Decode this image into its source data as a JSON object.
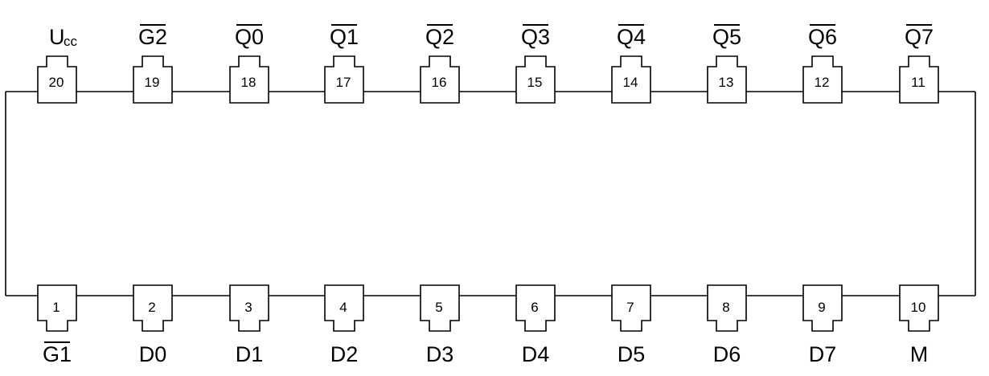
{
  "diagram": {
    "top_pins": [
      {
        "number": "20",
        "name": "U",
        "subscript": "cc",
        "inverted": false
      },
      {
        "number": "19",
        "name": "G2",
        "inverted": true
      },
      {
        "number": "18",
        "name": "Q0",
        "inverted": true
      },
      {
        "number": "17",
        "name": "Q1",
        "inverted": true
      },
      {
        "number": "16",
        "name": "Q2",
        "inverted": true
      },
      {
        "number": "15",
        "name": "Q3",
        "inverted": true
      },
      {
        "number": "14",
        "name": "Q4",
        "inverted": true
      },
      {
        "number": "13",
        "name": "Q5",
        "inverted": true
      },
      {
        "number": "12",
        "name": "Q6",
        "inverted": true
      },
      {
        "number": "11",
        "name": "Q7",
        "inverted": true
      }
    ],
    "bottom_pins": [
      {
        "number": "1",
        "name": "G1",
        "inverted": true
      },
      {
        "number": "2",
        "name": "D0",
        "inverted": false
      },
      {
        "number": "3",
        "name": "D1",
        "inverted": false
      },
      {
        "number": "4",
        "name": "D2",
        "inverted": false
      },
      {
        "number": "5",
        "name": "D3",
        "inverted": false
      },
      {
        "number": "6",
        "name": "D4",
        "inverted": false
      },
      {
        "number": "7",
        "name": "D5",
        "inverted": false
      },
      {
        "number": "8",
        "name": "D6",
        "inverted": false
      },
      {
        "number": "9",
        "name": "D7",
        "inverted": false
      },
      {
        "number": "10",
        "name": "M",
        "inverted": false
      }
    ]
  }
}
